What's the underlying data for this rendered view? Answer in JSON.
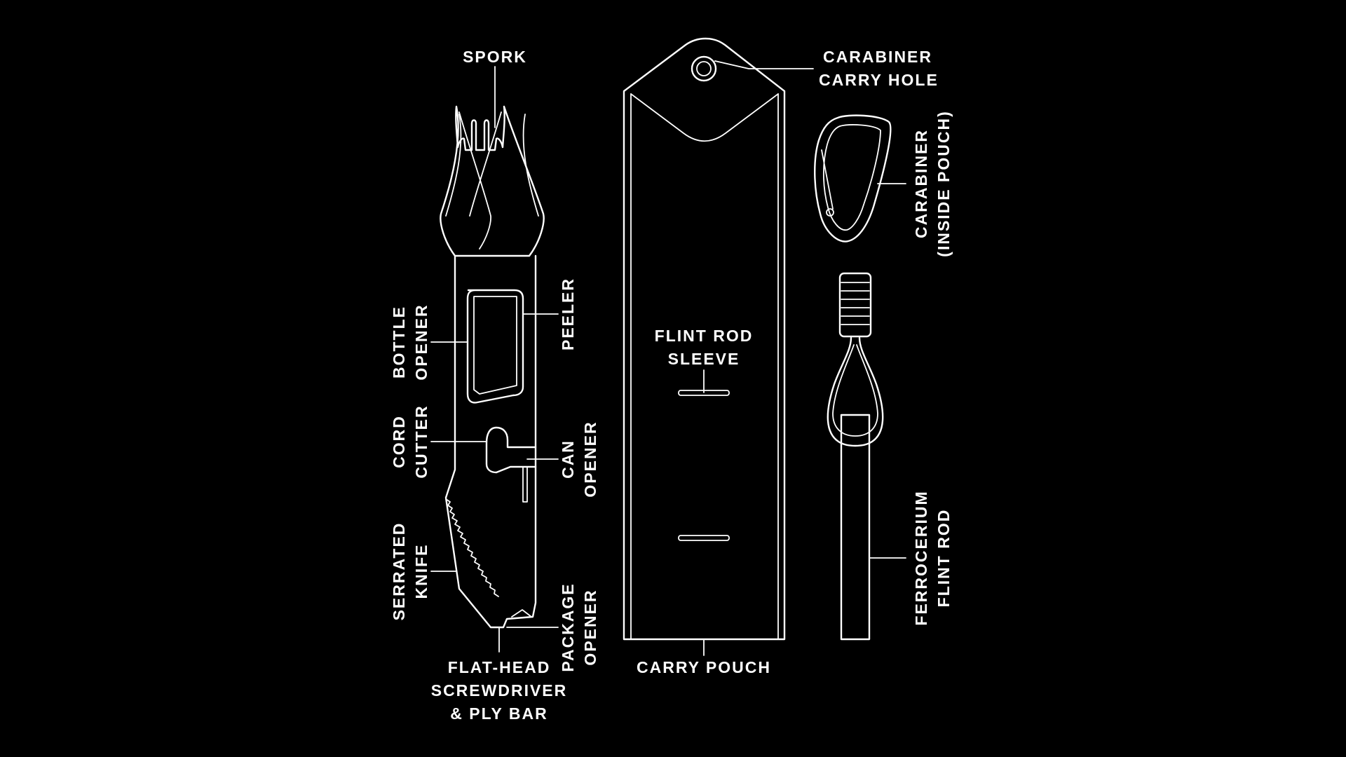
{
  "theme": {
    "background": "#000000",
    "line": "#ffffff"
  },
  "labels": {
    "spork": "SPORK",
    "bottle_opener": [
      "BOTTLE",
      "OPENER"
    ],
    "peeler": "PEELER",
    "cord_cutter": [
      "CORD",
      "CUTTER"
    ],
    "can_opener": [
      "CAN",
      "OPENER"
    ],
    "serrated_knife": [
      "SERRATED",
      "KNIFE"
    ],
    "package_opener": [
      "PACKAGE",
      "OPENER"
    ],
    "flat_head": [
      "FLAT-HEAD",
      "SCREWDRIVER",
      "& PLY BAR"
    ],
    "carabiner_carry_hole": [
      "CARABINER",
      "CARRY HOLE"
    ],
    "flint_rod_sleeve": [
      "FLINT ROD",
      "SLEEVE"
    ],
    "carry_pouch": "CARRY POUCH",
    "carabiner": [
      "CARABINER",
      "(INSIDE POUCH)"
    ],
    "ferrocerium": [
      "FERROCERIUM",
      "FLINT ROD"
    ]
  },
  "icons": [
    "multitool-drawing",
    "carry-pouch-drawing",
    "carabiner-drawing",
    "flint-rod-drawing"
  ]
}
